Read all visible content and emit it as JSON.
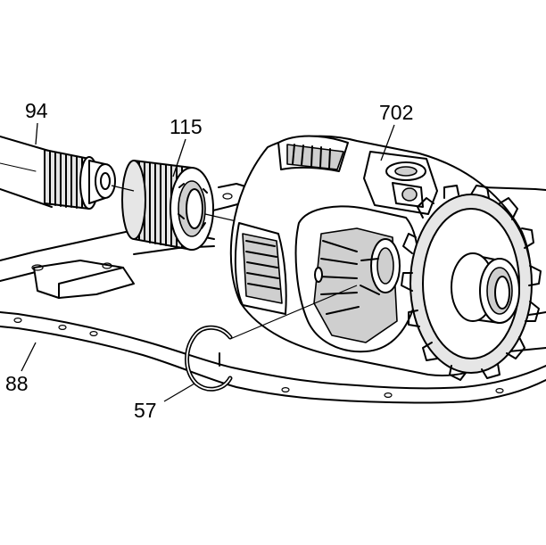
{
  "callouts": {
    "axle_shaft": "94",
    "gear": "115",
    "differential_case": "702",
    "housing_gasket": "88",
    "retaining_clip": "57"
  }
}
